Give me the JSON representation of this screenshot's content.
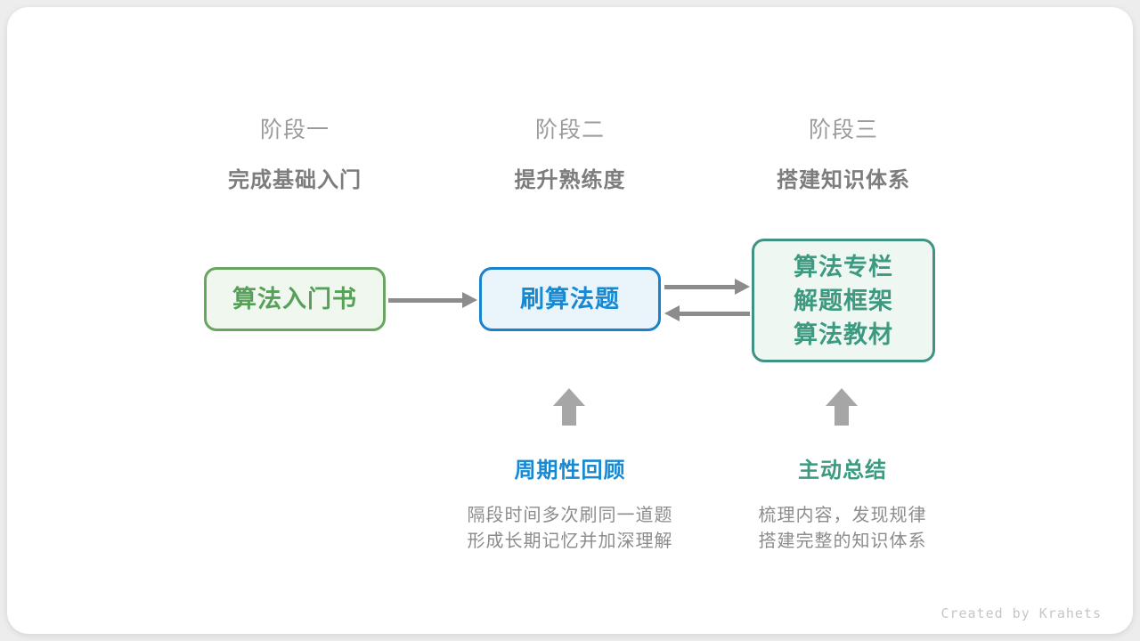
{
  "stages": [
    {
      "label": "阶段一",
      "subtitle": "完成基础入门"
    },
    {
      "label": "阶段二",
      "subtitle": "提升熟练度"
    },
    {
      "label": "阶段三",
      "subtitle": "搭建知识体系"
    }
  ],
  "nodes": [
    {
      "id": "intro-book",
      "lines": [
        "算法入门书"
      ],
      "border_color": "#67a561",
      "fill_color": "#f0f7ee",
      "text_color": "#57a059"
    },
    {
      "id": "practice-problems",
      "lines": [
        "刷算法题"
      ],
      "border_color": "#1a82cc",
      "fill_color": "#eaf4fb",
      "text_color": "#1789d3"
    },
    {
      "id": "resources",
      "lines": [
        "算法专栏",
        "解题框架",
        "算法教材"
      ],
      "border_color": "#3f9382",
      "fill_color": "#eff7f2",
      "text_color": "#3b9a80"
    }
  ],
  "annotations": [
    {
      "title": "周期性回顾",
      "title_color": "#1789d3",
      "line1": "隔段时间多次刷同一道题",
      "line2": "形成长期记忆并加深理解"
    },
    {
      "title": "主动总结",
      "title_color": "#3b9a80",
      "line1": "梳理内容，发现规律",
      "line2": "搭建完整的知识体系"
    }
  ],
  "arrows": {
    "flow_color": "#8c8c8c",
    "up_color": "#a6a6a6"
  },
  "footer": {
    "credit": "Created by Krahets"
  }
}
